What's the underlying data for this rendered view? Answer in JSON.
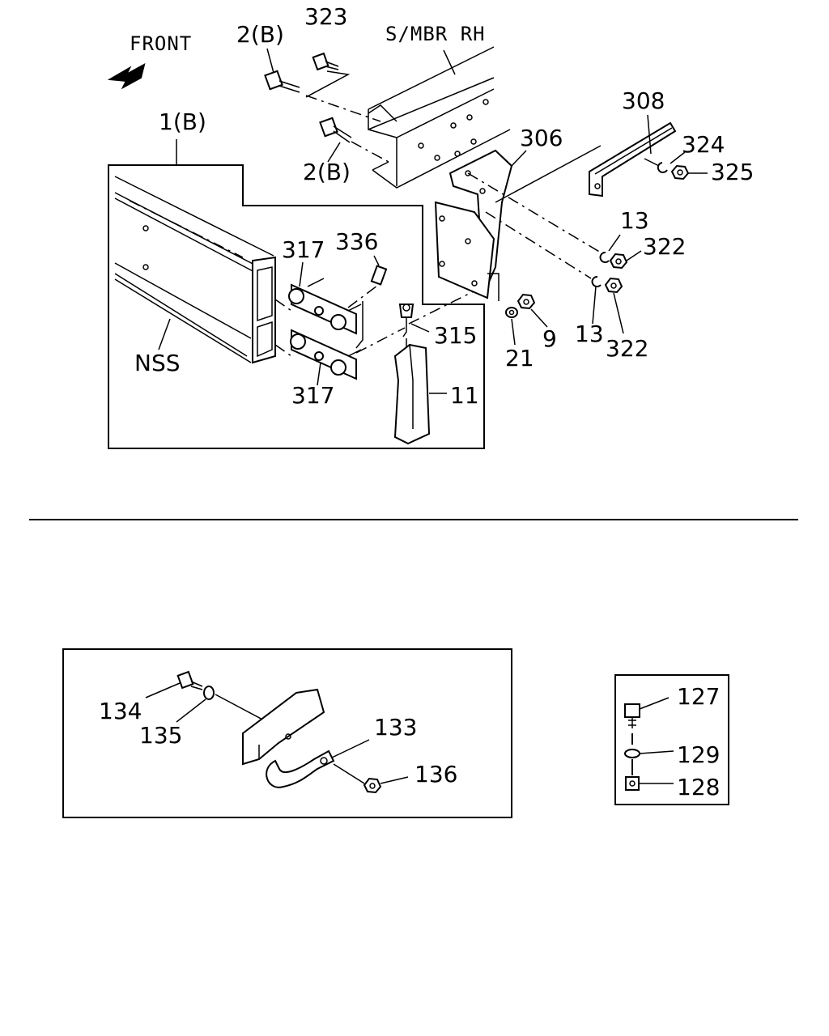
{
  "labels": {
    "front": "FRONT",
    "smbr": "S/MBR RH",
    "p323": "323",
    "p2b_top": "2(B)",
    "p2b_mid": "2(B)",
    "p1b": "1(B)",
    "p308": "308",
    "p306": "306",
    "p324": "324",
    "p325": "325",
    "p13_top": "13",
    "p322_top": "322",
    "p317_top": "317",
    "p336": "336",
    "p315": "315",
    "p9": "9",
    "p21": "21",
    "p13_bot": "13",
    "p322_bot": "322",
    "nss": "NSS",
    "p317_bot": "317",
    "p11": "11",
    "p134": "134",
    "p135": "135",
    "p133": "133",
    "p136": "136",
    "p127": "127",
    "p129": "129",
    "p128": "128"
  }
}
